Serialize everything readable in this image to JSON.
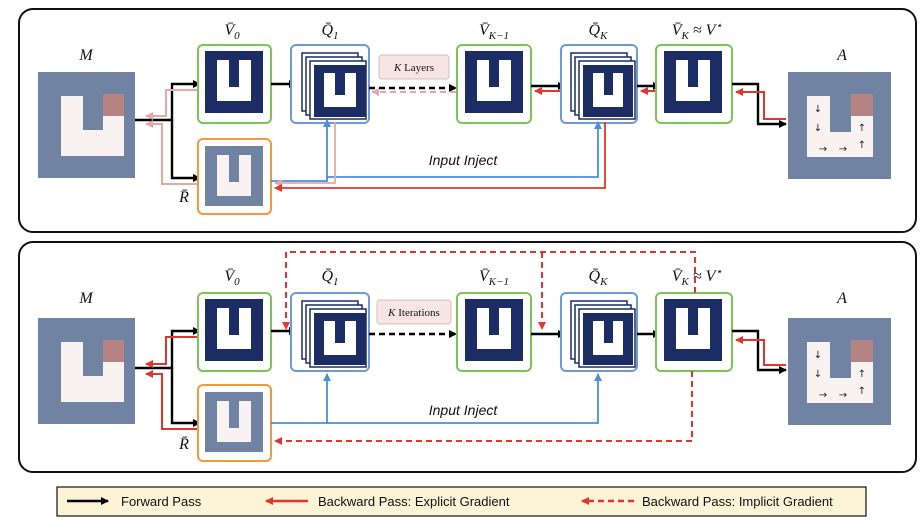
{
  "panels": [
    {
      "input_label": "M",
      "reward_label": "R̄",
      "v0_label": "V̄",
      "v0_sub": "0",
      "q1_label": "Q̄",
      "q1_sub": "1",
      "vk1_label": "V̄",
      "vk1_sub": "K−1",
      "qk_label": "Q̄",
      "qk_sub": "K",
      "vk_label": "V̄",
      "vk_sub": "K",
      "vk_approx": " ≈ V",
      "vk_star": "⋆",
      "output_label": "A",
      "repeat_k": "K",
      "repeat_text": " Layers",
      "inject_label": "Input Inject"
    },
    {
      "input_label": "M",
      "reward_label": "R̄",
      "v0_label": "V̄",
      "v0_sub": "0",
      "q1_label": "Q̄",
      "q1_sub": "1",
      "vk1_label": "V̄",
      "vk1_sub": "K−1",
      "qk_label": "Q̄",
      "qk_sub": "K",
      "vk_label": "V̄",
      "vk_sub": "K",
      "vk_approx": " ≈ V",
      "vk_star": "⋆",
      "output_label": "A",
      "repeat_k": "K",
      "repeat_text": " Iterations",
      "inject_label": "Input Inject"
    }
  ],
  "policy_arrows": [
    "↓",
    "↓",
    "↑",
    "↑",
    "→",
    "→"
  ],
  "legend": {
    "forward": "Forward Pass",
    "explicit": "Backward Pass: Explicit Gradient",
    "implicit": "Backward Pass: Implicit Gradient"
  },
  "colors": {
    "forward": "#000000",
    "explicit": "#e0362c",
    "explicit_faint": "#e8a8a8",
    "inject": "#4a8fdc",
    "value_box": "#7cc45a",
    "q_box": "#6f9ad6",
    "reward_box": "#ef9a3c",
    "maze_wall": "#7183a3",
    "maze_free": "#f8f2f2",
    "maze_goal": "#b58482",
    "block": "#1c2d66",
    "legend_bg": "#fdf3d6"
  }
}
